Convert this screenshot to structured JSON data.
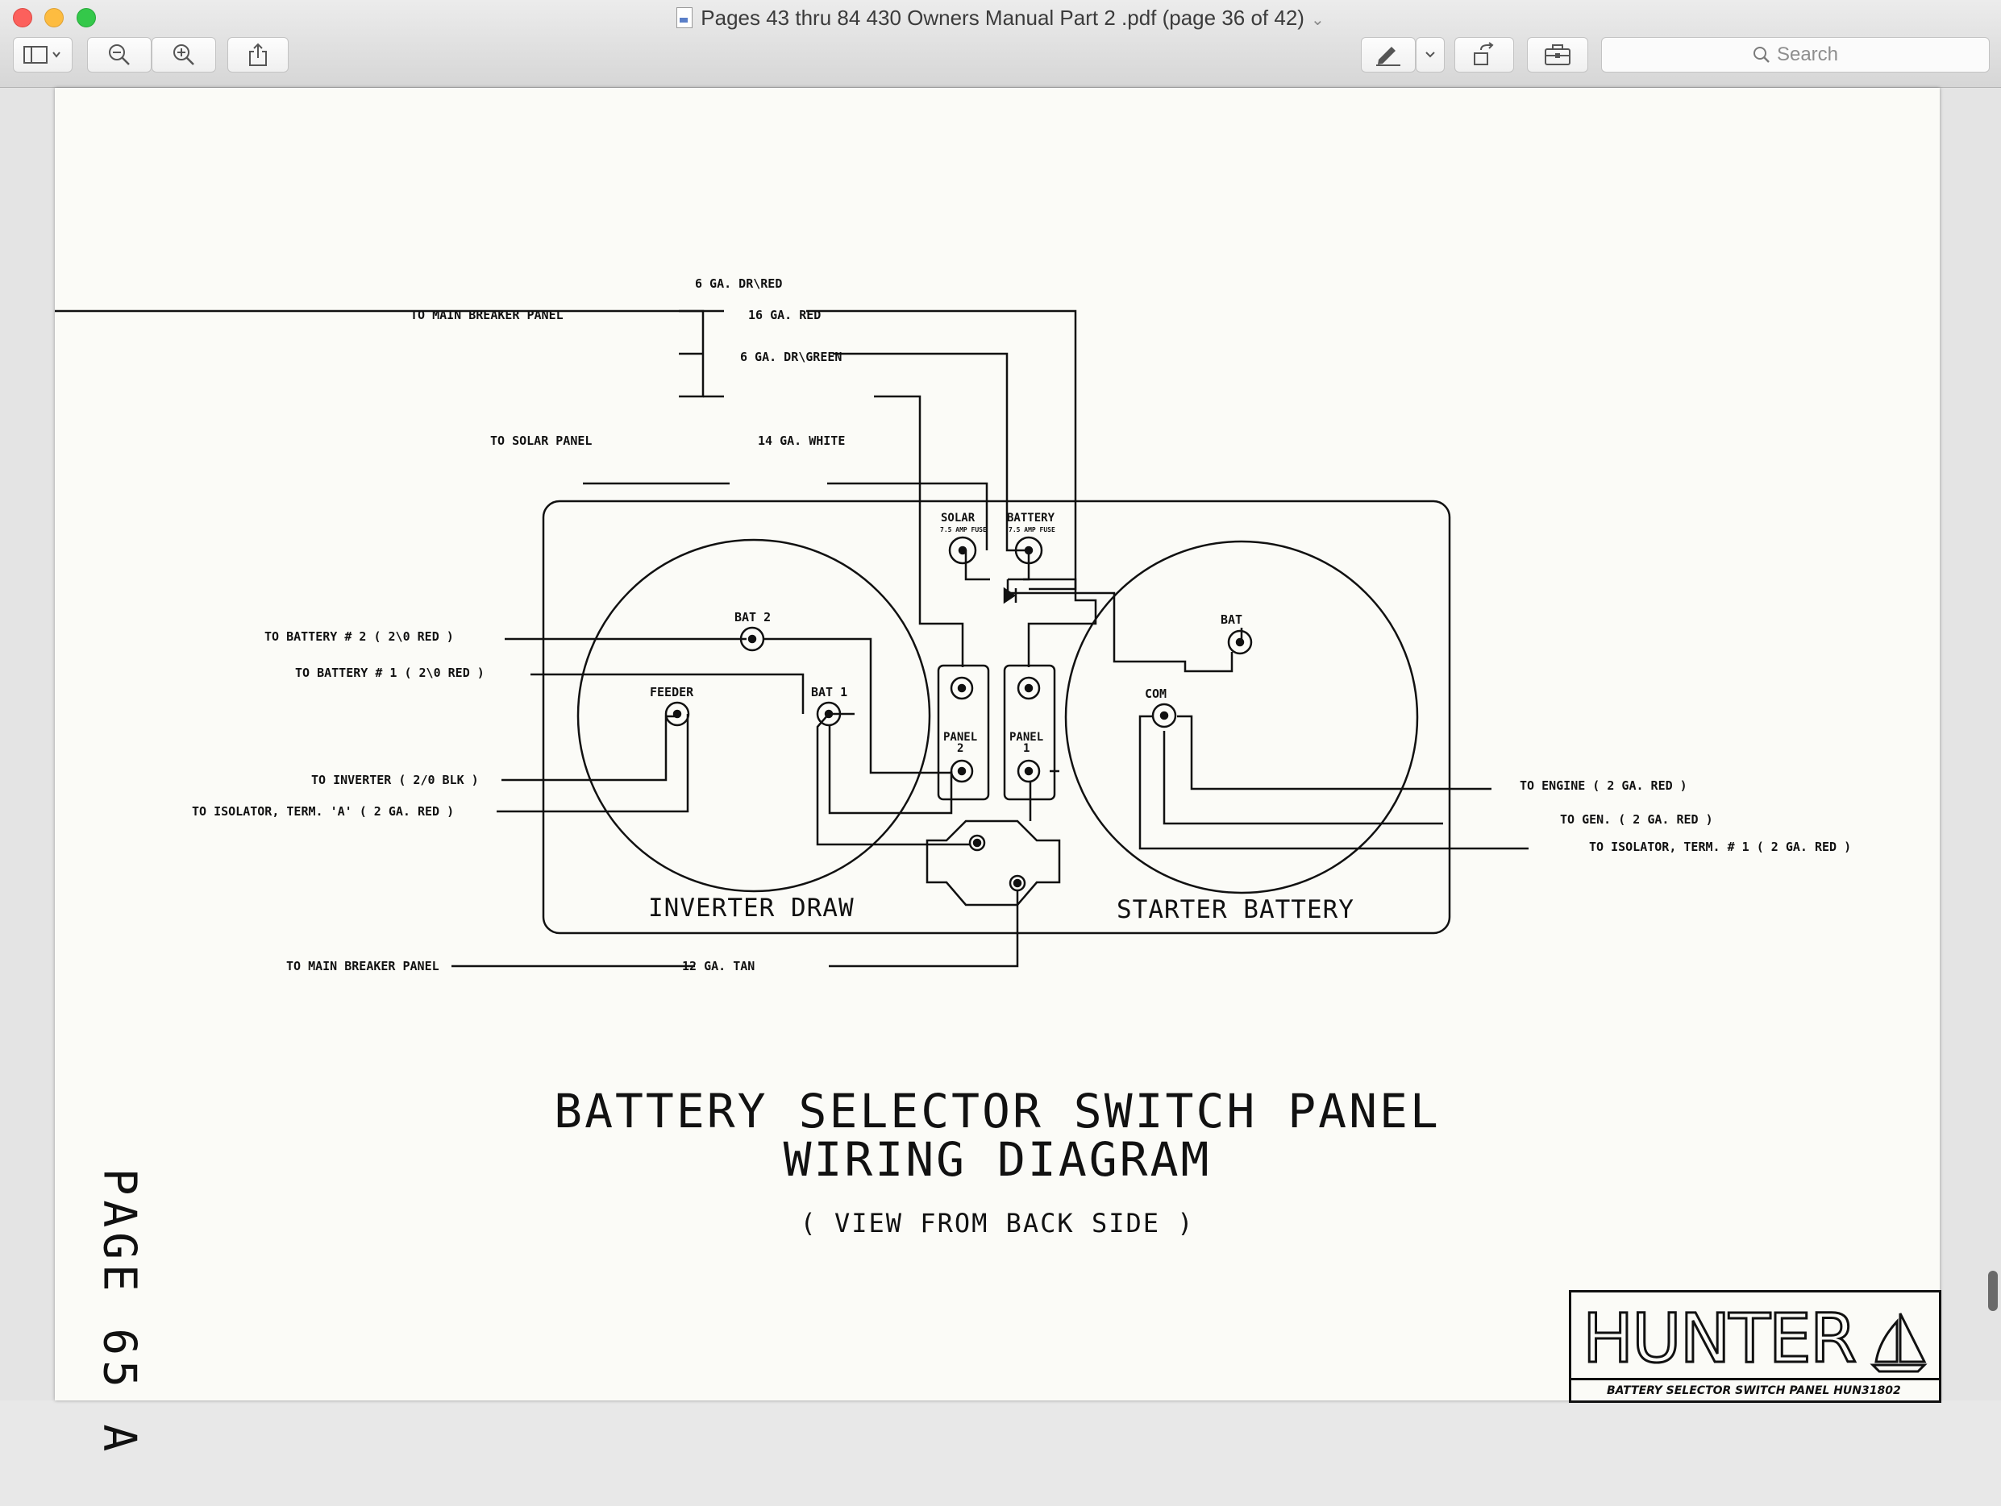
{
  "window": {
    "title": "Pages 43 thru 84 430 Owners Manual Part 2 .pdf (page 36 of 42)",
    "search_placeholder": "Search"
  },
  "toolbar": {
    "icons": [
      "sidebar-icon",
      "chevron-down-icon",
      "zoom-out-icon",
      "zoom-in-icon",
      "share-icon",
      "markup-pen-icon",
      "chevron-down-icon",
      "rotate-icon",
      "toolbox-icon",
      "search-icon"
    ]
  },
  "diagram": {
    "wires": {
      "dr_red": "6 GA. DR\\RED",
      "red16": "16 GA. RED",
      "dr_green": "6 GA. DR\\GREEN",
      "main_panel_1": "TO MAIN BREAKER PANEL",
      "solar_panel": "TO SOLAR PANEL",
      "white14": "14 GA. WHITE",
      "battery2": "TO BATTERY # 2 ( 2\\0 RED )",
      "battery1": "TO BATTERY # 1 ( 2\\0 RED )",
      "inverter": "TO INVERTER ( 2/0 BLK )",
      "isolator_a": "TO ISOLATOR, TERM. 'A' ( 2 GA. RED )",
      "main_panel_2": "TO MAIN BREAKER PANEL",
      "tan12": "12 GA. TAN",
      "engine": "TO ENGINE ( 2 GA. RED )",
      "gen": "TO GEN. ( 2 GA. RED )",
      "isolator_1": "TO ISOLATOR, TERM. # 1 ( 2 GA. RED )"
    },
    "terminals": {
      "solar": "SOLAR",
      "battery": "BATTERY",
      "fuse": "7.5 AMP FUSE",
      "bat2": "BAT 2",
      "bat1": "BAT 1",
      "feeder": "FEEDER",
      "bat": "BAT",
      "com": "COM",
      "panel": "PANEL",
      "panel2_num": "2",
      "panel1_num": "1"
    },
    "switch_labels": {
      "left": "INVERTER DRAW",
      "right": "STARTER BATTERY"
    },
    "title_line1": "BATTERY SELECTOR SWITCH PANEL",
    "title_line2": "WIRING DIAGRAM",
    "subtitle": "( VIEW FROM BACK SIDE )",
    "page_label": "PAGE 65 A",
    "logo_text": "HUNTER",
    "logo_caption": "BATTERY SELECTOR SWITCH PANEL HUN31802"
  }
}
